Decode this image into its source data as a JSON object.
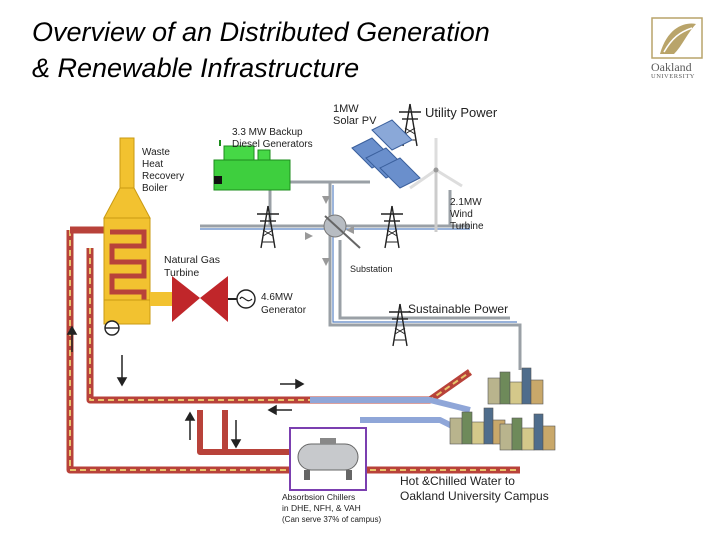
{
  "title": {
    "line1": "Overview of an Distributed Generation",
    "line2": "& Renewable Infrastructure"
  },
  "logo": {
    "name": "Oakland",
    "sub": "UNIVERSITY"
  },
  "labels": {
    "solar_1": "1MW",
    "solar_2": "Solar PV",
    "utility": "Utility Power",
    "diesel_1": "3.3 MW Backup",
    "diesel_2": "Diesel Generators",
    "waste_1": "Waste",
    "waste_2": "Heat",
    "waste_3": "Recovery",
    "waste_4": "Boiler",
    "wind_1": "2.1MW",
    "wind_2": "Wind",
    "wind_3": "Turbine",
    "gas_1": "Natural Gas",
    "gas_2": "Turbine",
    "substation": "Substation",
    "gen_1": "4.6MW",
    "gen_2": "Generator",
    "sustainable": "Sustainable Power",
    "campus_1": "Hot &Chilled Water to",
    "campus_2": "Oakland University Campus",
    "chiller_1": "Absorbsion Chillers",
    "chiller_2": "in DHE, NFH, & VAH",
    "chiller_3": "(Can serve 37% of campus)"
  },
  "colors": {
    "stack": "#f2c230",
    "turbine": "#c0262a",
    "diesel": "#3ecf3e",
    "pipe_hot": "#b8423a",
    "pipe_warm": "#e7c46a",
    "pipe_blue": "#8fa6d8",
    "wire": "#9aa0a6",
    "chiller_border": "#7b3fb0"
  }
}
